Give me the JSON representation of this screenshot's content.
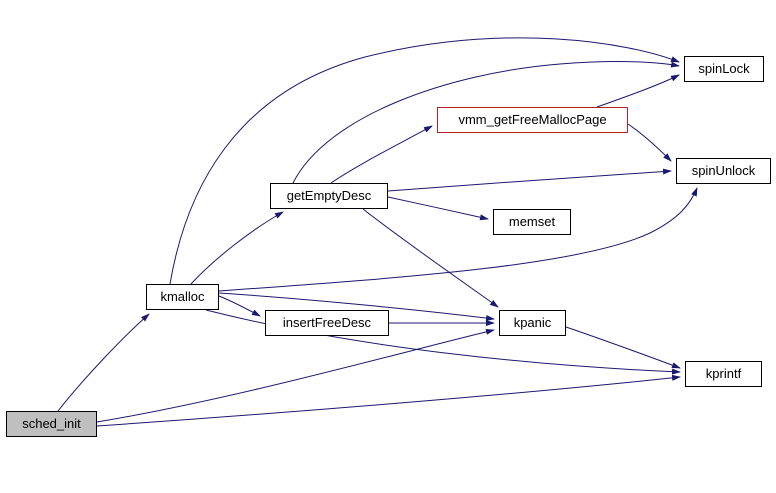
{
  "graph": {
    "type": "call-graph",
    "background_color": "#ffffff",
    "edge_color": "#191970",
    "node_border_color": "#000000",
    "root_node_fill_color": "#bfbfbf",
    "truncated_node_border_color": "#b22222",
    "nodes": {
      "sched_init": {
        "label": "sched_init",
        "role": "root"
      },
      "kmalloc": {
        "label": "kmalloc",
        "role": "normal"
      },
      "getEmptyDesc": {
        "label": "getEmptyDesc",
        "role": "normal"
      },
      "insertFreeDesc": {
        "label": "insertFreeDesc",
        "role": "normal"
      },
      "vmm_getFreeMallocPage": {
        "label": "vmm_getFreeMallocPage",
        "role": "truncated"
      },
      "memset": {
        "label": "memset",
        "role": "normal"
      },
      "kpanic": {
        "label": "kpanic",
        "role": "normal"
      },
      "kprintf": {
        "label": "kprintf",
        "role": "normal"
      },
      "spinLock": {
        "label": "spinLock",
        "role": "normal"
      },
      "spinUnlock": {
        "label": "spinUnlock",
        "role": "normal"
      }
    },
    "edges": [
      {
        "from": "sched_init",
        "to": "kmalloc"
      },
      {
        "from": "sched_init",
        "to": "kpanic"
      },
      {
        "from": "sched_init",
        "to": "kprintf"
      },
      {
        "from": "kmalloc",
        "to": "getEmptyDesc"
      },
      {
        "from": "kmalloc",
        "to": "insertFreeDesc"
      },
      {
        "from": "kmalloc",
        "to": "kpanic"
      },
      {
        "from": "kmalloc",
        "to": "kprintf"
      },
      {
        "from": "kmalloc",
        "to": "spinLock"
      },
      {
        "from": "kmalloc",
        "to": "spinUnlock"
      },
      {
        "from": "getEmptyDesc",
        "to": "vmm_getFreeMallocPage"
      },
      {
        "from": "getEmptyDesc",
        "to": "memset"
      },
      {
        "from": "getEmptyDesc",
        "to": "kpanic"
      },
      {
        "from": "getEmptyDesc",
        "to": "spinLock"
      },
      {
        "from": "getEmptyDesc",
        "to": "spinUnlock"
      },
      {
        "from": "vmm_getFreeMallocPage",
        "to": "spinLock"
      },
      {
        "from": "vmm_getFreeMallocPage",
        "to": "spinUnlock"
      },
      {
        "from": "insertFreeDesc",
        "to": "kpanic"
      },
      {
        "from": "kpanic",
        "to": "kprintf"
      }
    ]
  }
}
